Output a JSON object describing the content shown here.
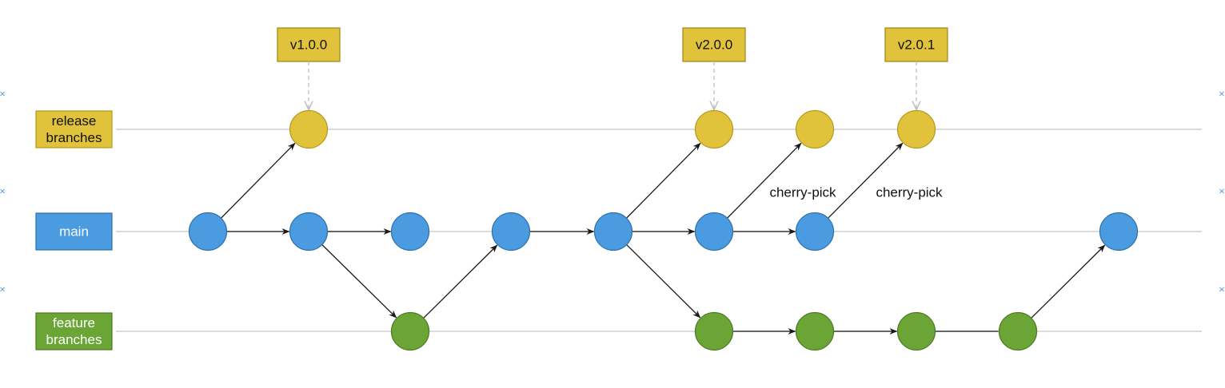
{
  "lanes": [
    {
      "id": "release",
      "label_lines": [
        "release",
        "branches"
      ]
    },
    {
      "id": "main",
      "label_lines": [
        "main"
      ]
    },
    {
      "id": "feature",
      "label_lines": [
        "feature",
        "branches"
      ]
    }
  ],
  "tags": [
    {
      "id": "tag-v100",
      "label": "v1.0.0",
      "commit": "r1"
    },
    {
      "id": "tag-v200",
      "label": "v2.0.0",
      "commit": "r2"
    },
    {
      "id": "tag-v201",
      "label": "v2.0.1",
      "commit": "r4"
    }
  ],
  "commits": [
    {
      "id": "m1",
      "lane": "main"
    },
    {
      "id": "m2",
      "lane": "main"
    },
    {
      "id": "m3",
      "lane": "main"
    },
    {
      "id": "m4",
      "lane": "main"
    },
    {
      "id": "m5",
      "lane": "main"
    },
    {
      "id": "m6",
      "lane": "main"
    },
    {
      "id": "m7",
      "lane": "main"
    },
    {
      "id": "m8",
      "lane": "main"
    },
    {
      "id": "r1",
      "lane": "release"
    },
    {
      "id": "r2",
      "lane": "release"
    },
    {
      "id": "r3",
      "lane": "release"
    },
    {
      "id": "r4",
      "lane": "release"
    },
    {
      "id": "f1",
      "lane": "feature"
    },
    {
      "id": "f2",
      "lane": "feature"
    },
    {
      "id": "f3",
      "lane": "feature"
    },
    {
      "id": "f4",
      "lane": "feature"
    },
    {
      "id": "f5",
      "lane": "feature"
    }
  ],
  "edges": [
    {
      "from": "m1",
      "to": "r1",
      "arrow": true
    },
    {
      "from": "m1",
      "to": "m2",
      "arrow": true
    },
    {
      "from": "m2",
      "to": "m3",
      "arrow": true
    },
    {
      "from": "m2",
      "to": "f1",
      "arrow": true
    },
    {
      "from": "f1",
      "to": "m4",
      "arrow": true
    },
    {
      "from": "m4",
      "to": "m5",
      "arrow": true
    },
    {
      "from": "m5",
      "to": "r2",
      "arrow": true
    },
    {
      "from": "m5",
      "to": "m6",
      "arrow": true
    },
    {
      "from": "m5",
      "to": "f2",
      "arrow": true
    },
    {
      "from": "m6",
      "to": "r3",
      "arrow": true,
      "label": "cherry-pick"
    },
    {
      "from": "m6",
      "to": "m7",
      "arrow": true
    },
    {
      "from": "m7",
      "to": "r4",
      "arrow": true,
      "label": "cherry-pick"
    },
    {
      "from": "f2",
      "to": "f3",
      "arrow": true
    },
    {
      "from": "f3",
      "to": "f4",
      "arrow": true
    },
    {
      "from": "f4",
      "to": "f5",
      "arrow": false
    },
    {
      "from": "f5",
      "to": "m8",
      "arrow": true
    }
  ],
  "colors": {
    "release_fill": "#e0c33a",
    "release_stroke": "#b09a1e",
    "main_fill": "#4a9be0",
    "main_stroke": "#2f6fa8",
    "feature_fill": "#6aa535",
    "feature_stroke": "#4b7a22",
    "tag_fill": "#e0c33a",
    "tag_stroke": "#9a8419",
    "lane_line": "#d0d0d0",
    "edge": "#1a1a1a"
  }
}
